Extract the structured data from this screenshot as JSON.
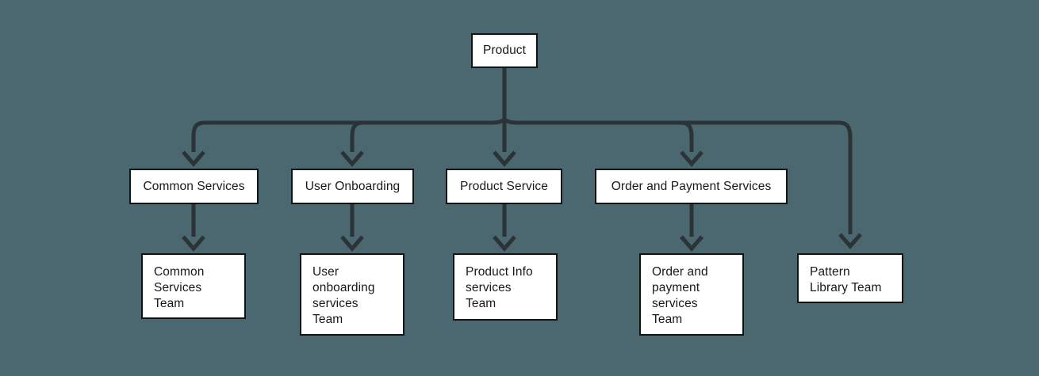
{
  "diagram": {
    "type": "org-hierarchy-flowchart",
    "background_color": "#4b6770",
    "node_fill": "#ffffff",
    "node_border_color": "#0f1417",
    "connector_color": "#2b3337",
    "root": {
      "id": "product",
      "label": "Product"
    },
    "services": [
      {
        "id": "common-services",
        "label": "Common Services"
      },
      {
        "id": "user-onboarding",
        "label": "User Onboarding"
      },
      {
        "id": "product-service",
        "label": "Product Service"
      },
      {
        "id": "order-and-payment-services",
        "label": "Order and Payment Services"
      }
    ],
    "teams": [
      {
        "id": "common-services-team",
        "label": "Common\nServices\nTeam"
      },
      {
        "id": "user-onboarding-services-team",
        "label": "User\nonboarding\nservices\nTeam"
      },
      {
        "id": "product-info-services-team",
        "label": "Product Info\nservices\nTeam"
      },
      {
        "id": "order-and-payment-services-team",
        "label": "Order and\npayment\nservices\nTeam"
      },
      {
        "id": "pattern-library-team",
        "label": "Pattern\nLibrary Team"
      }
    ],
    "edges": [
      {
        "from": "product",
        "to": "common-services"
      },
      {
        "from": "product",
        "to": "user-onboarding"
      },
      {
        "from": "product",
        "to": "product-service"
      },
      {
        "from": "product",
        "to": "order-and-payment-services"
      },
      {
        "from": "product",
        "to": "pattern-library-team"
      },
      {
        "from": "common-services",
        "to": "common-services-team"
      },
      {
        "from": "user-onboarding",
        "to": "user-onboarding-services-team"
      },
      {
        "from": "product-service",
        "to": "product-info-services-team"
      },
      {
        "from": "order-and-payment-services",
        "to": "order-and-payment-services-team"
      }
    ]
  }
}
